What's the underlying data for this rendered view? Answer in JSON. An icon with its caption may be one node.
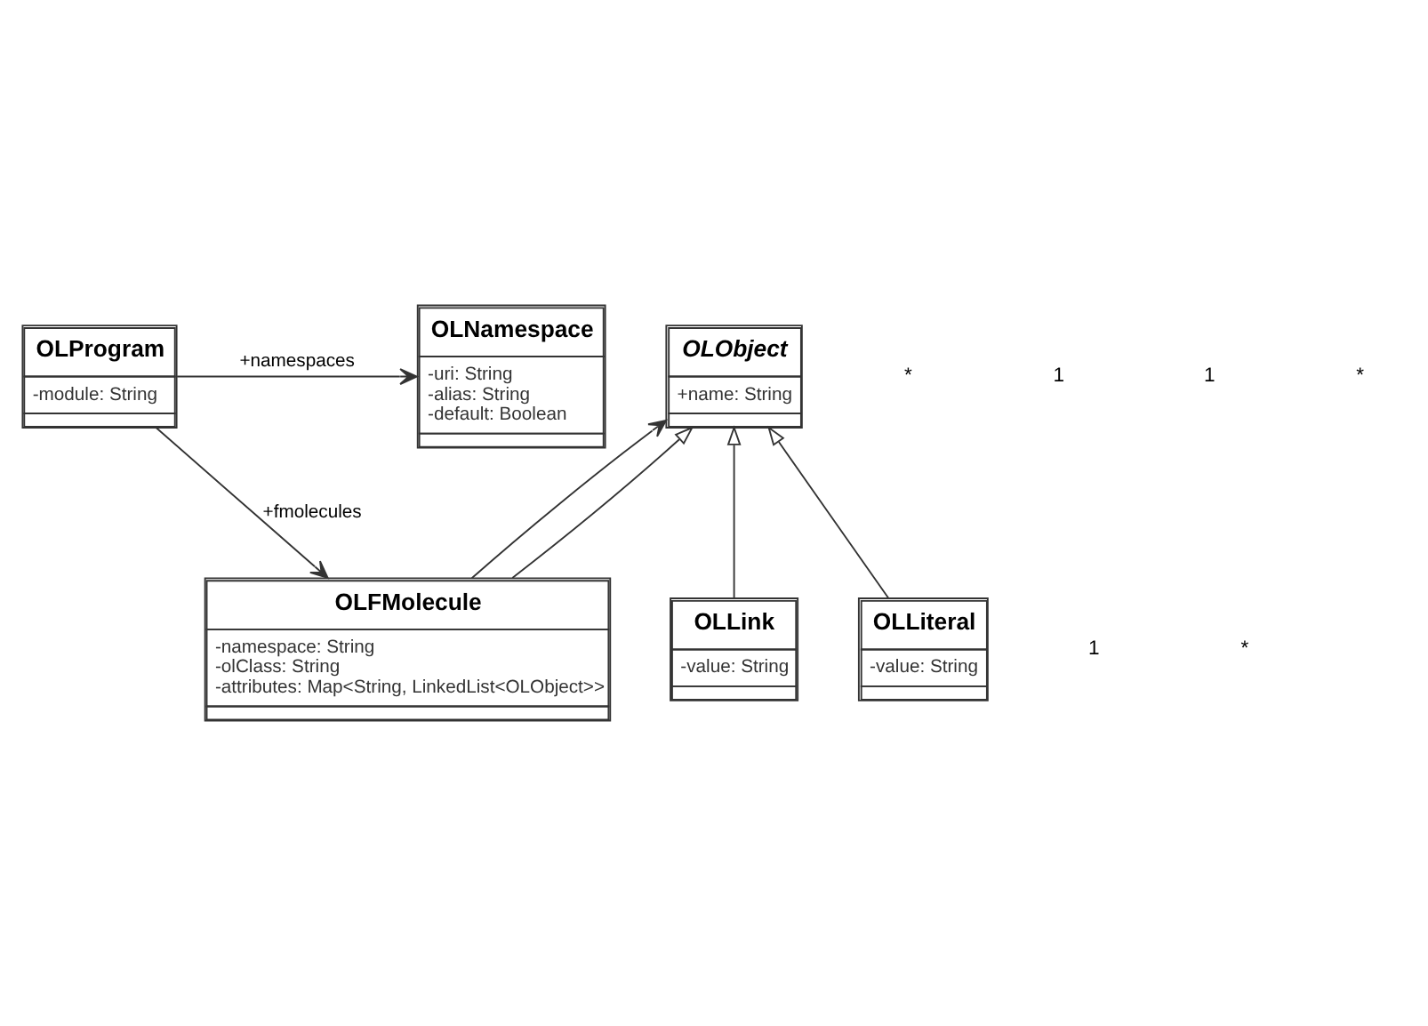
{
  "diagram": {
    "nodes": [
      {
        "text": [
          "OLNamespace",
          "-uri: String -alias: String -default: Boolean"
        ]
      },
      {
        "text": [
          "OLProgram",
          "-module: String"
        ]
      },
      {
        "text": [
          "OLObject",
          "+name: String"
        ]
      },
      {
        "text": [
          "OLLiteral",
          "-value: String"
        ]
      },
      {
        "text": [
          "OLLink",
          "-value: String"
        ]
      },
      {
        "text": [
          "OLFMolecule",
          "-namespace: String -olClass: String -attributes: Map<String, LinkedList<OLObject>>"
        ]
      }
    ],
    "edges": [
      {
        "from": 1,
        "to": 0,
        "arrow": "to",
        "label": "+namespaces"
      },
      {
        "from": 1,
        "to": 5,
        "arrow": "to",
        "label": "+fmolecules"
      },
      {
        "from": 5,
        "to": 2,
        "arrow": "to"
      },
      {
        "from": 3,
        "to": 2,
        "arrow": "to"
      },
      {
        "from": 4,
        "to": 2,
        "arrow": "to"
      },
      {
        "from": 5,
        "to": 2,
        "arrow": "to"
      }
    ],
    "labels": [
      "*",
      "1",
      "1",
      "*",
      "1",
      "*"
    ]
  }
}
